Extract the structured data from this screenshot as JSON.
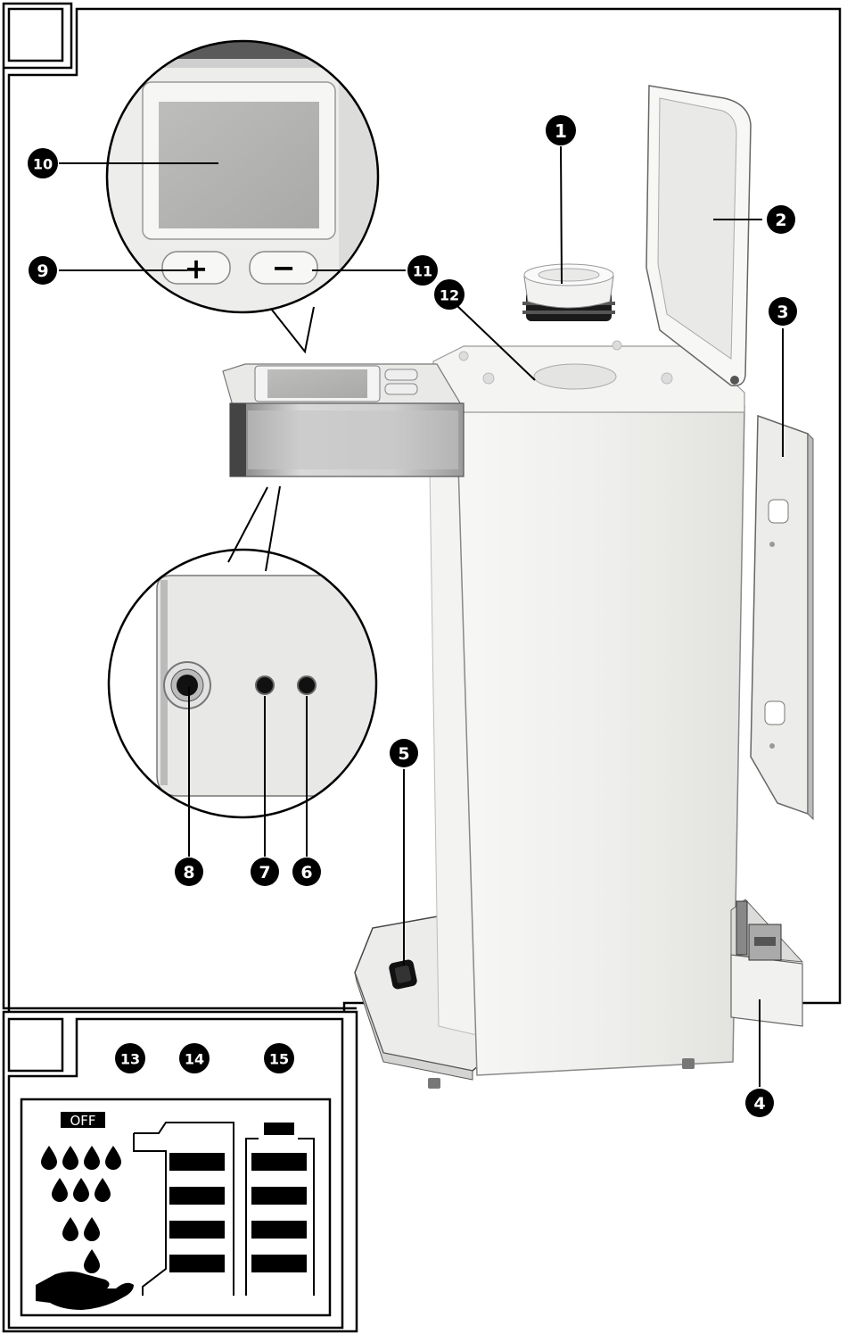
{
  "figures": [
    {
      "id": "figure-a"
    },
    {
      "id": "figure-b"
    }
  ],
  "callouts": [
    {
      "label": "1",
      "part": "1"
    },
    {
      "label": "2",
      "part": "2"
    },
    {
      "label": "3",
      "part": "3"
    },
    {
      "label": "4",
      "part": "4"
    },
    {
      "label": "5",
      "part": "5"
    },
    {
      "label": "6",
      "part": "6"
    },
    {
      "label": "7",
      "part": "7"
    },
    {
      "label": "8",
      "part": "8"
    },
    {
      "label": "9",
      "part": "9"
    },
    {
      "label": "10",
      "part": "10"
    },
    {
      "label": "11",
      "part": "11"
    },
    {
      "label": "12",
      "part": "12"
    },
    {
      "label": "13",
      "part": "13"
    },
    {
      "label": "14",
      "part": "14"
    },
    {
      "label": "15",
      "part": "15"
    }
  ],
  "display": {
    "off_text": "OFF",
    "plus_symbol": "+",
    "minus_symbol": "−"
  },
  "colors": {
    "ink": "#000000",
    "device_body": "#f1f1f0",
    "device_shadow": "#d9d9d7",
    "screen": "#b9b9b7",
    "chrome": "#b7b7b7"
  }
}
